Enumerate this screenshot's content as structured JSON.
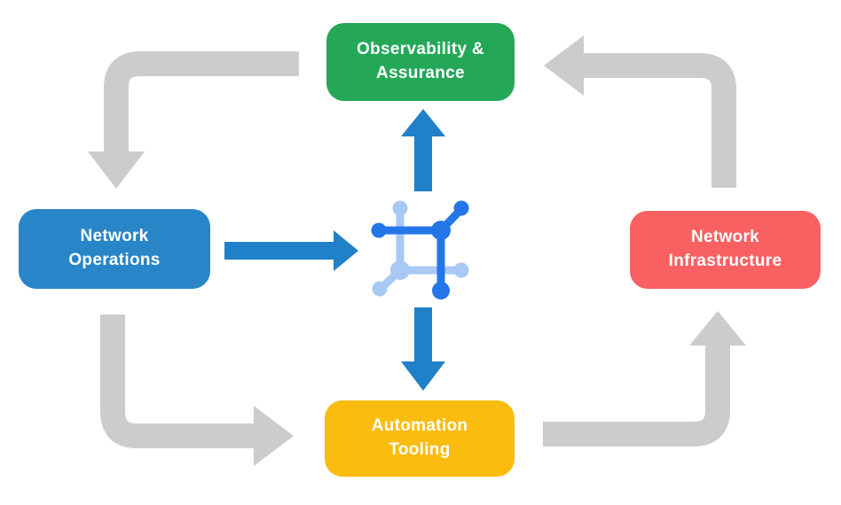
{
  "diagram": {
    "title": "network automation lifecycle diagram",
    "background": "#FFFFFF",
    "text_color": "#FFFFFF",
    "cycle_arrow_color": "#CCCCCC",
    "link_arrow_color": "#2080C8",
    "nodes": [
      {
        "id": "observability-assurance",
        "label": "Observability &\nAssurance",
        "color": "#24A858"
      },
      {
        "id": "network-operations",
        "label": "Network\nOperations",
        "color": "#2886C8"
      },
      {
        "id": "network-infrastructure",
        "label": "Network\nInfrastructure",
        "color": "#F96062"
      },
      {
        "id": "automation-tooling",
        "label": "Automation\nTooling",
        "color": "#FBBC10"
      }
    ],
    "cycle_arrows": [
      {
        "from": "observability-assurance",
        "to": "network-operations"
      },
      {
        "from": "network-operations",
        "to": "automation-tooling"
      },
      {
        "from": "automation-tooling",
        "to": "network-infrastructure"
      },
      {
        "from": "network-infrastructure",
        "to": "observability-assurance"
      }
    ],
    "link_arrows": [
      {
        "from": "network-operations",
        "to": "center-icon"
      },
      {
        "from": "center-icon",
        "to": "observability-assurance"
      },
      {
        "from": "center-icon",
        "to": "automation-tooling"
      }
    ],
    "center_icon": {
      "name": "network-mesh-icon",
      "dark_color": "#2476E8",
      "light_color": "#A8C9F4"
    }
  }
}
